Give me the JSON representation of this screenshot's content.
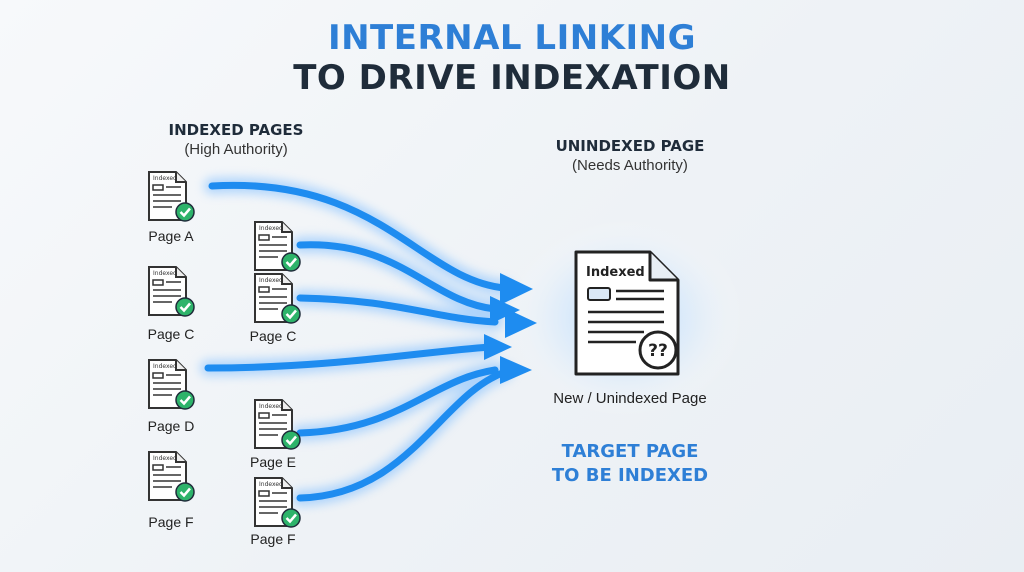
{
  "title": {
    "line1": "INTERNAL LINKING",
    "line2": "TO DRIVE INDEXATION"
  },
  "source_group": {
    "heading": "INDEXED PAGES",
    "subheading": "(High Authority)"
  },
  "target_group": {
    "heading": "UNINDEXED PAGE",
    "subheading": "(Needs Authority)"
  },
  "doc_tag": "Indexed",
  "source_pages": [
    {
      "label": "Page A"
    },
    {
      "label": "Page C"
    },
    {
      "label": "Page D"
    },
    {
      "label": "Page F"
    },
    {
      "label": ""
    },
    {
      "label": "Page C"
    },
    {
      "label": "Page E"
    },
    {
      "label": "Page F"
    }
  ],
  "target_page": {
    "tag": "Indexed",
    "badge": "??",
    "label": "New / Unindexed Page"
  },
  "target_caption": {
    "line1": "TARGET PAGE",
    "line2": "TO BE INDEXED"
  },
  "colors": {
    "accent": "#2e7fd6",
    "dark": "#1f2c3a",
    "check": "#2db36a"
  }
}
